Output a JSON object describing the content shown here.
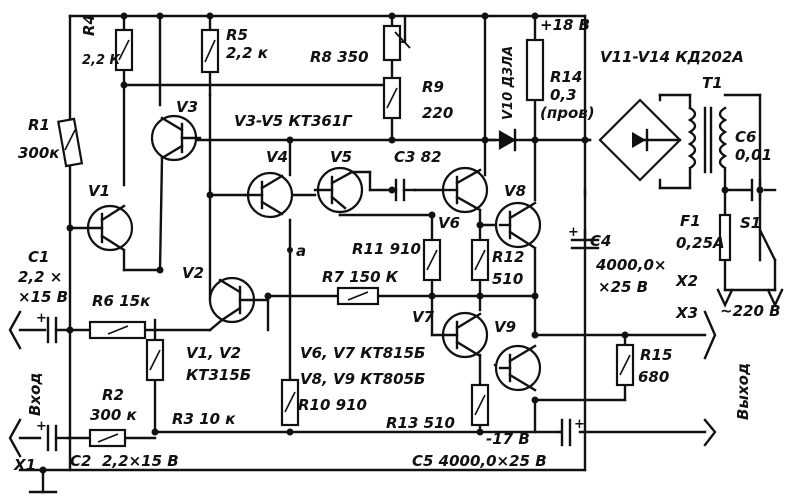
{
  "labels": {
    "r1": "R1",
    "r1v": "300к",
    "r2": "R2",
    "r2v": "300 к",
    "r3": "R3  10 к",
    "r4": "R4",
    "r4v": "2,2 К",
    "r5": "R5",
    "r5v": "2,2 к",
    "r6": "R6  15к",
    "r7": "R7  150 К",
    "r8": "R8  350",
    "r9": "R9",
    "r9v": "220",
    "r10": "R10  910",
    "r11": "R11  910",
    "r12": "R12",
    "r12v": "510",
    "r13": "R13  510",
    "r14": "R14",
    "r14v": "0,3",
    "r14n": "(пров)",
    "r15": "R15",
    "r15v": "680",
    "c1": "C1",
    "c1v1": "2,2 ×",
    "c1v2": "×15 В",
    "c2": "C2",
    "c2v": "2,2×15 В",
    "c3": "C3  82",
    "c4": "C4",
    "c4v1": "4000,0×",
    "c4v2": "×25 В",
    "c5": "C5   4000,0×25 В",
    "c6": "C6",
    "c6v": "0,01",
    "v1": "V1",
    "v2": "V2",
    "v3": "V3",
    "v4": "V4",
    "v5": "V5",
    "v6": "V6",
    "v7": "V7",
    "v8": "V8",
    "v9": "V9",
    "v10": "V10  Д3ЛА",
    "v3v5": "V3-V5  КТ361Г",
    "v11v14": "V11-V14  КД202А",
    "v1v2": "V1, V2",
    "v1v2t": "КТ315Б",
    "v6v7": "V6, V7   КТ815Б",
    "v8v9": "V8, V9   КТ805Б",
    "t1": "T1",
    "f1": "F1",
    "f1v": "0,25А",
    "s1": "S1",
    "x1": "X1",
    "x2": "X2",
    "x3": "X3",
    "vplus": "+18 В",
    "vminus": "-17 В",
    "mains": "~220 В",
    "in": "Вход",
    "out": "Выход",
    "node_a": "a"
  }
}
